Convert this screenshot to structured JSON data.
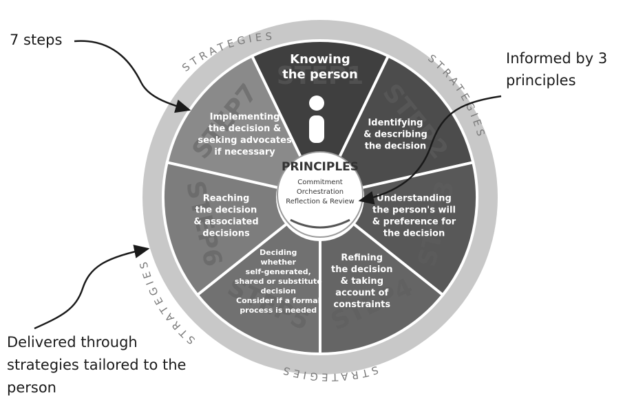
{
  "callouts": {
    "steps": "7 steps",
    "principles": [
      "Informed by 3",
      "principles"
    ],
    "strategies": [
      "Delivered through",
      "strategies tailored to the",
      "person"
    ]
  },
  "ring_label": "STRATEGIES",
  "hub": {
    "title": "PRINCIPLES",
    "lines": [
      "Commitment",
      "Orchestration",
      "Reflection & Review"
    ]
  },
  "segments": [
    {
      "step": "STEP1",
      "lines": [
        "Knowing",
        "the person"
      ],
      "color": "#3f3f3f"
    },
    {
      "step": "STEP2",
      "lines": [
        "Identifying",
        "& describing",
        "the decision"
      ],
      "color": "#4c4c4c"
    },
    {
      "step": "STEP3",
      "lines": [
        "Understanding",
        "the person's will",
        "& preference for",
        "the decision"
      ],
      "color": "#585858"
    },
    {
      "step": "STEP4",
      "lines": [
        "Refining",
        "the decision",
        "& taking",
        "account of",
        "constraints"
      ],
      "color": "#656565"
    },
    {
      "step": "STEP5",
      "lines": [
        "Deciding",
        "whether",
        "self-generated,",
        "shared or substitute",
        "decision",
        "Consider if a formal",
        "process is needed"
      ],
      "color": "#717171"
    },
    {
      "step": "STEP6",
      "lines": [
        "Reaching",
        "the decision",
        "& associated",
        "decisions"
      ],
      "color": "#7d7d7d"
    },
    {
      "step": "STEP7",
      "lines": [
        "Implementing",
        "the decision &",
        "seeking advocates",
        "if necessary"
      ],
      "color": "#8a8a8a"
    }
  ],
  "colors": {
    "ring": "#c8c8c8",
    "ring_text": "#7a7a7a",
    "divider": "#ffffff",
    "hub": "#ffffff"
  }
}
